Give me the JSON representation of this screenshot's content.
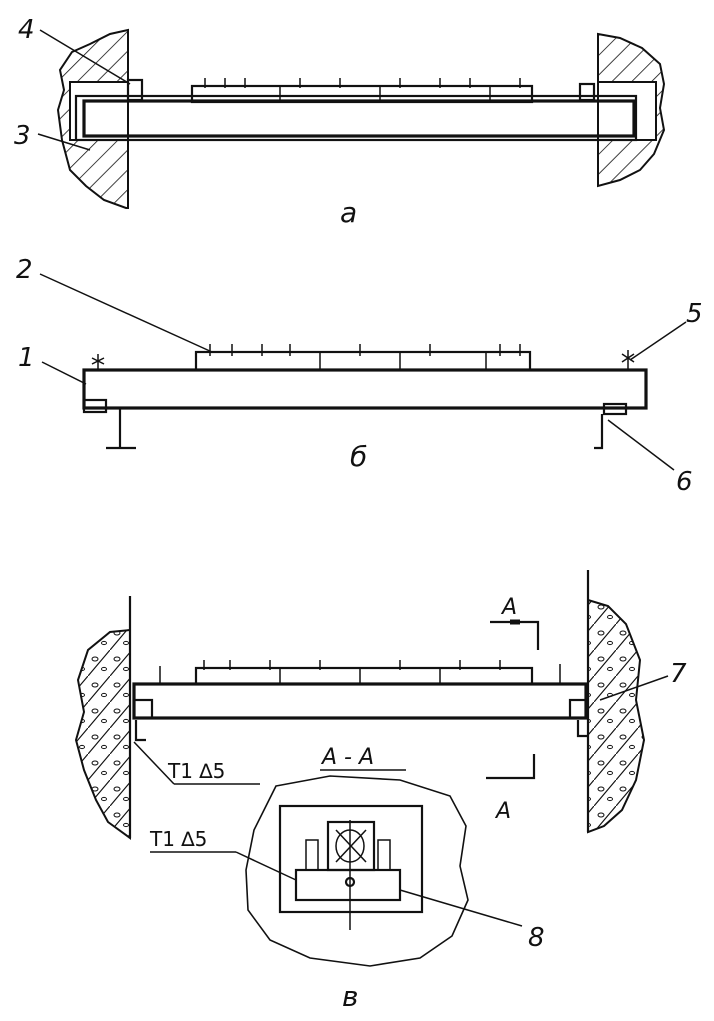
{
  "views": [
    {
      "id": "a",
      "caption": "а",
      "labels": [
        "4",
        "3"
      ]
    },
    {
      "id": "b",
      "caption": "б",
      "labels": [
        "2",
        "1",
        "5",
        "6"
      ]
    },
    {
      "id": "v",
      "caption": "в",
      "labels": [
        "7",
        "8"
      ]
    }
  ],
  "section": {
    "name": "А - А",
    "marker_top": "А",
    "marker_bottom": "А"
  },
  "weld_symbol": {
    "text": "Т1 ∆5"
  },
  "weld_symbol_2": {
    "text": "Т1 ∆5"
  }
}
